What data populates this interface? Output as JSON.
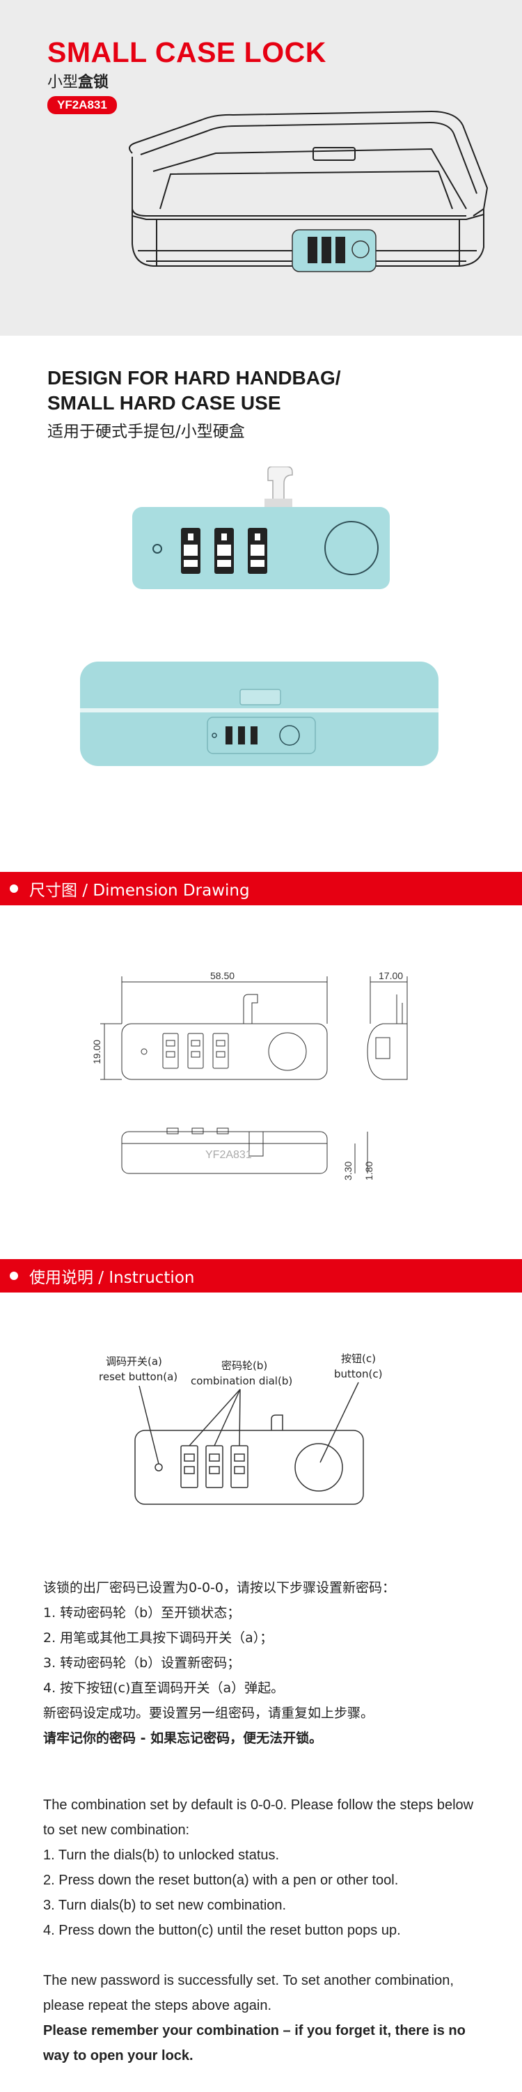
{
  "hero": {
    "title": "SMALL CASE LOCK",
    "subtitle_prefix": "小型",
    "subtitle_bold": "盒锁",
    "model": "YF2A831"
  },
  "design": {
    "title_line1": "DESIGN FOR HARD HANDBAG/",
    "title_line2": "SMALL HARD CASE USE",
    "subtitle": "适用于硬式手提包/小型硬盒"
  },
  "colors": {
    "brand_red": "#e60012",
    "lock_blue": "#a9dde0",
    "case_blue": "#a6dbde"
  },
  "sections": {
    "dimension": "尺寸图 / Dimension Drawing",
    "instruction": "使用说明 / Instruction"
  },
  "dimension": {
    "width": "58.50",
    "height": "19.00",
    "depth": "17.00",
    "dim_a": "3.30",
    "dim_b": "1.80",
    "engraving": "YF2A831"
  },
  "instruction_labels": {
    "reset_cn": "调码开关(a)",
    "reset_en": "reset button(a)",
    "dial_cn": "密码轮(b)",
    "dial_en": "combination dial(b)",
    "button_cn": "按钮(c)",
    "button_en": "button(c)"
  },
  "instructions_cn": {
    "intro": "该锁的出厂密码已设置为0-0-0，请按以下步骤设置新密码：",
    "step1": "1.    转动密码轮（b）至开锁状态；",
    "step2": "2.    用笔或其他工具按下调码开关（a）；",
    "step3": "3.     转动密码轮（b）设置新密码；",
    "step4": "4.    按下按钮(c)直至调码开关（a）弹起。",
    "success": "新密码设定成功。要设置另一组密码，请重复如上步骤。",
    "warning": "请牢记你的密码 - 如果忘记密码，便无法开锁。"
  },
  "instructions_en": {
    "intro": "The combination set by default is 0-0-0. Please follow the steps below to set new combination:",
    "step1": "1. Turn the dials(b) to unlocked status.",
    "step2": "2. Press down the reset button(a) with a pen or other tool.",
    "step3": "3. Turn dials(b) to set new combination.",
    "step4": "4. Press down the button(c) until the reset button pops up.",
    "success": "The new password is successfully set. To set another combination, please repeat the steps above again.",
    "warning": "Please remember your combination – if you forget it, there is no way to open your lock."
  }
}
